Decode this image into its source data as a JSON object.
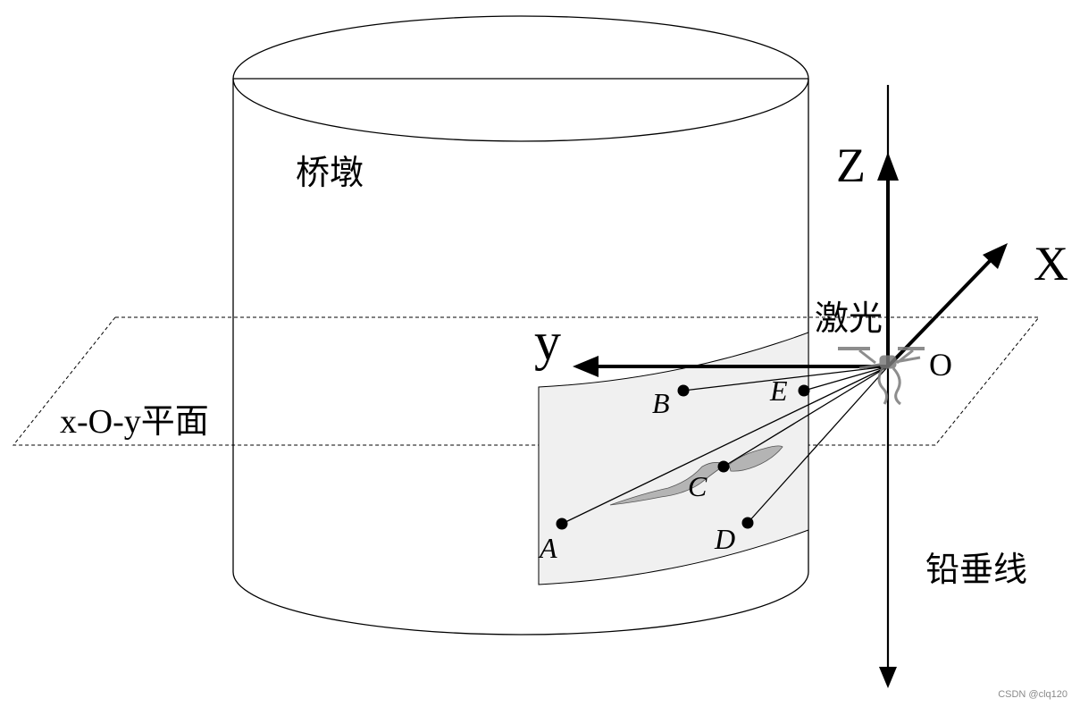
{
  "labels": {
    "pier": "桥墩",
    "laser": "激光",
    "plane": "x-O-y平面",
    "plumb_line": "铅垂线"
  },
  "axes": {
    "z": "Z",
    "x": "X",
    "y": "y",
    "origin": "O"
  },
  "points": {
    "A": "A",
    "B": "B",
    "C": "C",
    "D": "D",
    "E": "E"
  },
  "watermark": "CSDN @clq120",
  "colors": {
    "line": "#000000",
    "patch": "#f0f0f0",
    "crack": "#b4b4b4",
    "drone": "#7a7a7a"
  }
}
